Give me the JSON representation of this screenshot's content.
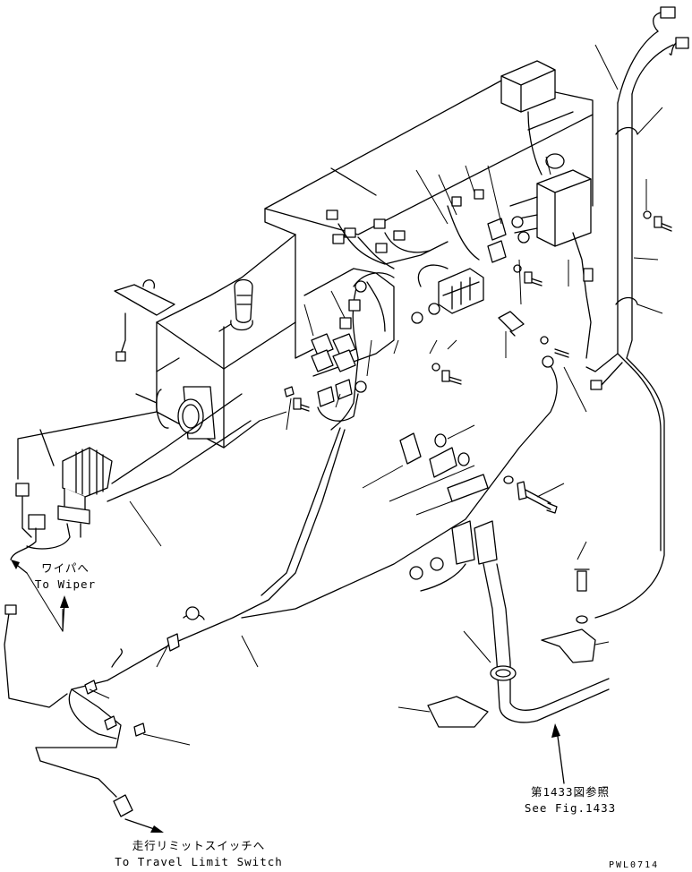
{
  "labels": {
    "wiper_jp": "ワイパへ",
    "wiper_en": "To Wiper",
    "fig_jp": "第1433図参照",
    "fig_en": "See Fig.1433",
    "travel_jp": "走行リミットスイッチへ",
    "travel_en": "To Travel Limit Switch",
    "code": "PWL0714"
  }
}
